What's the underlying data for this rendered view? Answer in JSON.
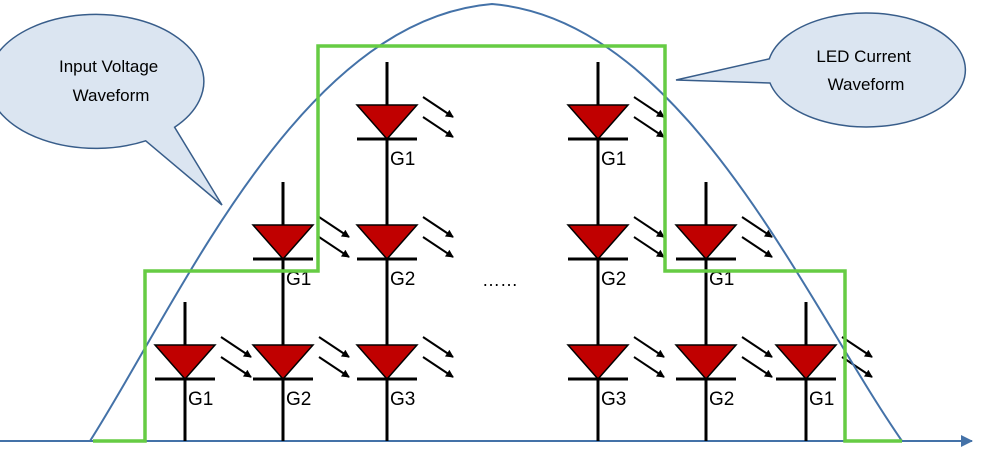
{
  "callouts": {
    "input_voltage": [
      "Input Voltage",
      "Waveform"
    ],
    "led_current": [
      "LED Current",
      "Waveform"
    ]
  },
  "ellipsis": "……",
  "colors": {
    "sine_wave": "#4472a8",
    "current_waveform": "#66cc44",
    "led_fill": "#c00000",
    "bubble_fill": "#dbe5f1",
    "bubble_stroke": "#385d8a",
    "wire": "#000000"
  },
  "led_columns": [
    {
      "labels": [
        "G1"
      ]
    },
    {
      "labels": [
        "G1",
        "G2"
      ]
    },
    {
      "labels": [
        "G1",
        "G2",
        "G3"
      ]
    },
    {
      "labels": [
        "G1",
        "G2",
        "G3"
      ]
    },
    {
      "labels": [
        "G1",
        "G2"
      ]
    },
    {
      "labels": [
        "G1"
      ]
    }
  ]
}
